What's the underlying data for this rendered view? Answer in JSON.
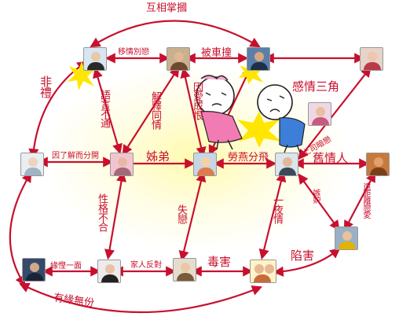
{
  "relations": {
    "mutual_slap": "互相掌摑",
    "changed_heart": "移情別戀",
    "hit_by_car": "被車撞",
    "love_triangle": "感情三角",
    "spread_rumor": "非禮",
    "language_barrier": "語言不通",
    "explain_love": "解釋同情",
    "tragic_love": "因愛成恨",
    "separated": "因了解而分開",
    "siblings": "姊弟",
    "split": "勞燕分飛",
    "old_flame": "舊情人",
    "boss_crush": "上司暗戀",
    "incompatible": "性格不合",
    "unrequited": "失戀",
    "one_night": "一夜情",
    "jealous": "嫉妒",
    "long_distance": "遠距離戀愛",
    "one_meeting": "緣慳一面",
    "family_oppose": "家人反對",
    "poison": "毒害",
    "harm": "陷害",
    "fated": "有緣無份"
  },
  "colors": {
    "arrow": "#c8102e",
    "glow": "#fff7a8",
    "node_border": "#999999"
  }
}
